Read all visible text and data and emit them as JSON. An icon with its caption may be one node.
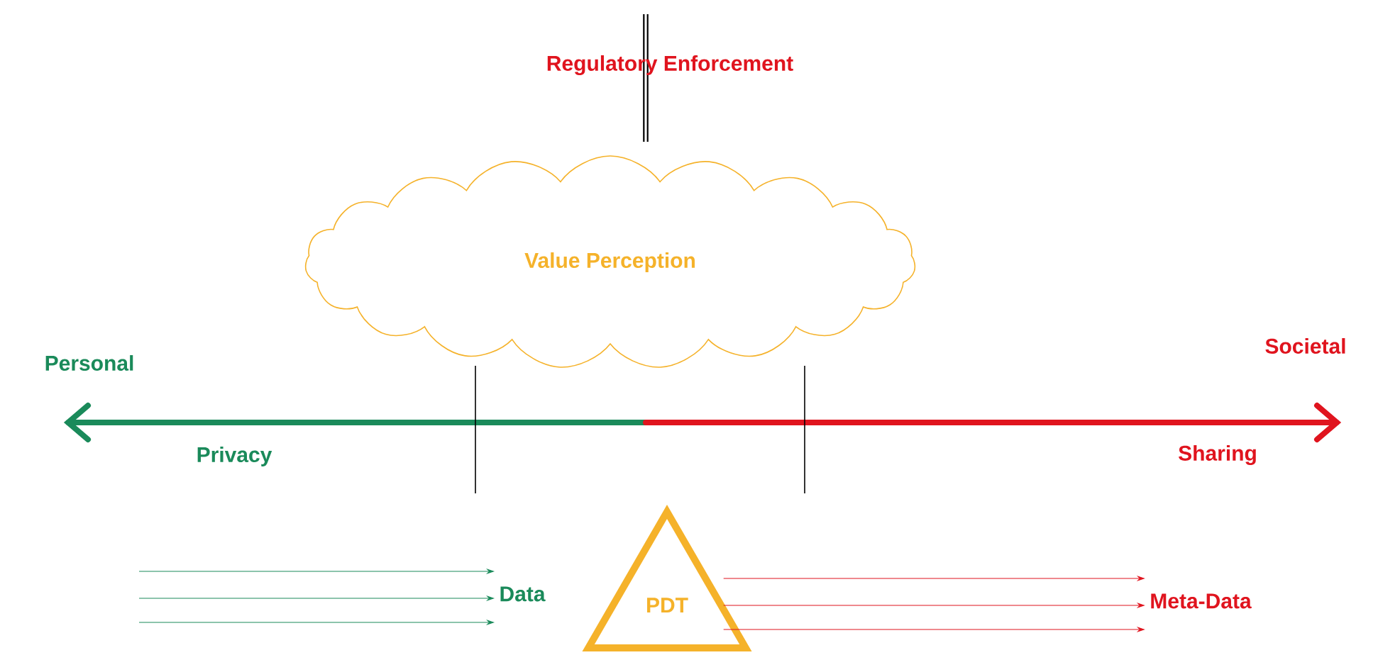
{
  "diagram": {
    "nodes": [
      {
        "text": [
          "Regulatory Enforcement"
        ]
      },
      {
        "text": [
          "Value Perception"
        ]
      },
      {
        "text": [
          "Data"
        ]
      },
      {
        "text": [
          "PDT"
        ]
      },
      {
        "text": [
          "Meta-Data"
        ]
      }
    ],
    "edges": [
      {
        "from": null,
        "to": 2,
        "arrow": "to",
        "color": "#1a8a5a"
      },
      {
        "from": null,
        "to": 2,
        "arrow": "to",
        "color": "#1a8a5a"
      },
      {
        "from": null,
        "to": 2,
        "arrow": "to",
        "color": "#1a8a5a"
      },
      {
        "from": 3,
        "to": 4,
        "arrow": "to",
        "color": "#e0141e"
      },
      {
        "from": 3,
        "to": 4,
        "arrow": "to",
        "color": "#e0141e"
      },
      {
        "from": 3,
        "to": 4,
        "arrow": "to",
        "color": "#e0141e"
      }
    ],
    "labels": [
      "Personal",
      "Societal",
      "Privacy",
      "Sharing"
    ]
  }
}
